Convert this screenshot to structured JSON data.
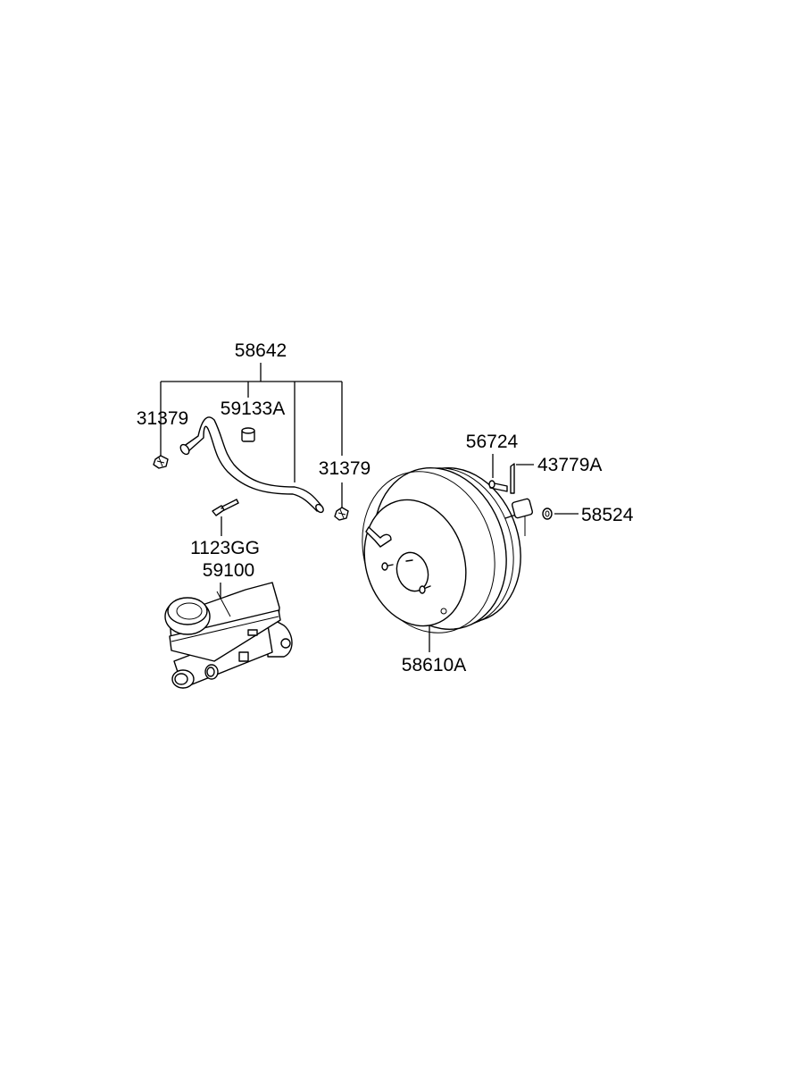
{
  "parts": {
    "hose_assembly": "58642",
    "clip_left": "31379",
    "clip_right": "31379",
    "connector": "59133A",
    "bolt": "1123GG",
    "master_cylinder": "59100",
    "booster": "58610A",
    "pin": "56724",
    "clip_pin": "43779A",
    "clevis_nut": "58524"
  }
}
